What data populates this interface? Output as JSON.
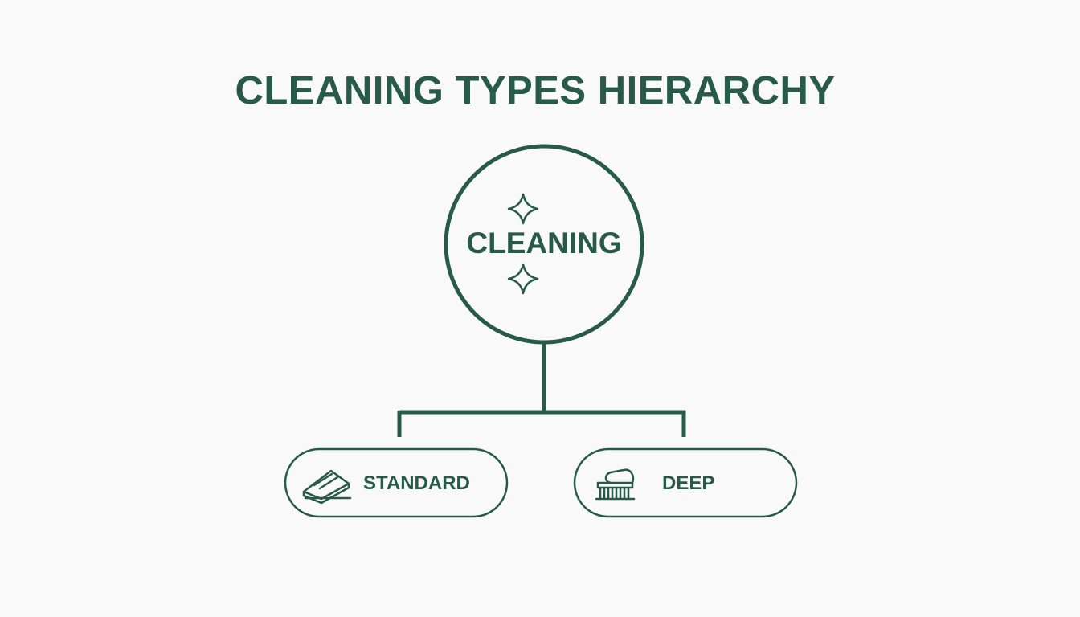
{
  "title": "CLEANING TYPES HIERARCHY",
  "root": {
    "label": "CLEANING",
    "icon": "sparkle-icon"
  },
  "children": [
    {
      "label": "STANDARD",
      "icon": "sponge-icon"
    },
    {
      "label": "DEEP",
      "icon": "scrub-brush-icon"
    }
  ],
  "colors": {
    "primary": "#275a48",
    "background": "#f8f9f8"
  }
}
